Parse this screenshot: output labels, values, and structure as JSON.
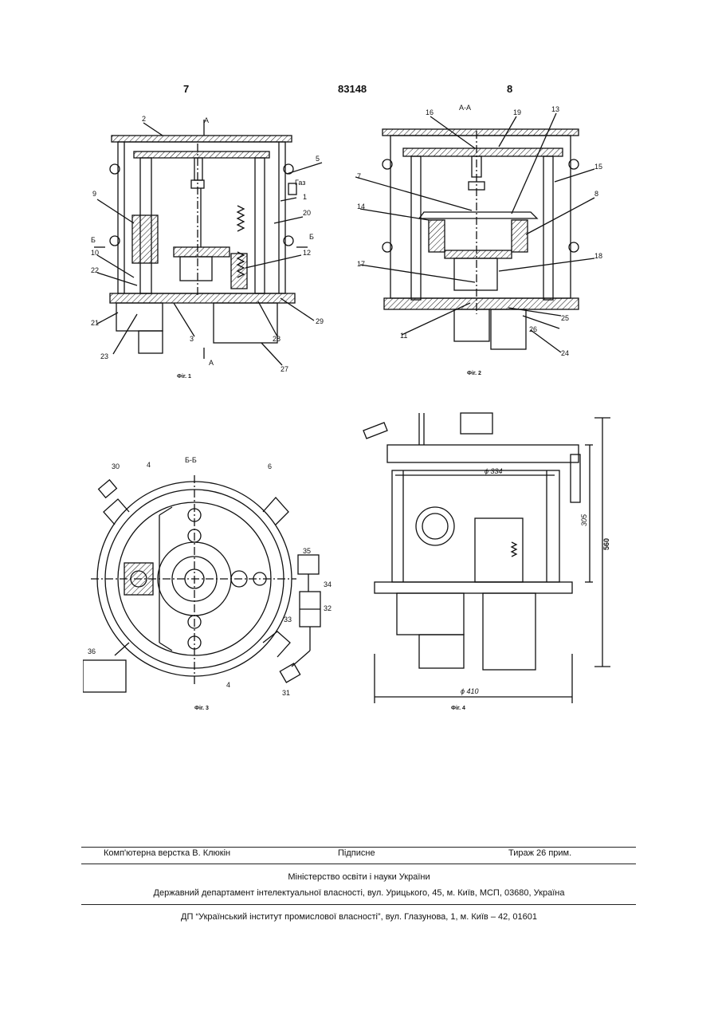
{
  "header": {
    "left_page": "7",
    "patent_number": "83148",
    "right_page": "8"
  },
  "fig1": {
    "caption": "Фіг. 1",
    "section_marks": [
      "А",
      "А",
      "Б",
      "Б"
    ],
    "labels": [
      "2",
      "5",
      "1",
      "20",
      "9",
      "10",
      "22",
      "12",
      "21",
      "23",
      "3",
      "29",
      "28",
      "27"
    ],
    "gas_label": "Газ"
  },
  "fig2": {
    "caption": "Фіг. 2",
    "section_title": "А-А",
    "labels": [
      "16",
      "19",
      "13",
      "15",
      "7",
      "8",
      "14",
      "18",
      "17",
      "11",
      "25",
      "26",
      "24"
    ]
  },
  "fig3": {
    "caption": "Фіг. 3",
    "section_title": "Б-Б",
    "labels": [
      "30",
      "4",
      "6",
      "35",
      "34",
      "32",
      "33",
      "36",
      "4",
      "31"
    ]
  },
  "fig4": {
    "caption": "Фіг. 4",
    "dimensions": {
      "d334": "ϕ 334",
      "h305": "305",
      "h560": "560",
      "d410": "ϕ 410"
    }
  },
  "footer": {
    "layout": "Комп'ютерна верстка В. Клюкін",
    "subscription": "Підписне",
    "print_run": "Тираж 26 прим.",
    "ministry": "Міністерство освіти і науки України",
    "department": "Державний департамент інтелектуальної власності, вул. Урицького, 45, м. Київ, МСП, 03680, Україна",
    "institute": "ДП “Український інститут промислової власності”, вул. Глазунова, 1, м. Київ – 42, 01601"
  }
}
